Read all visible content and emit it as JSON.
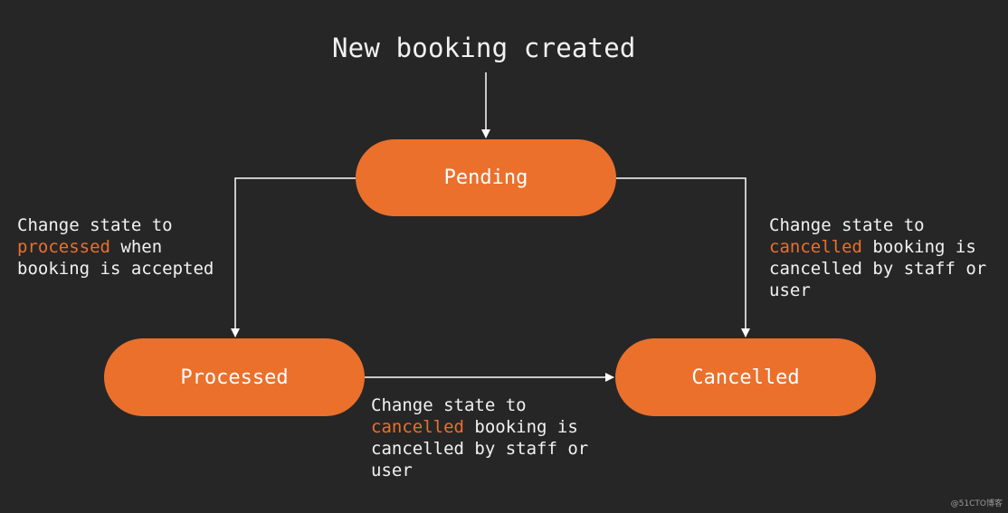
{
  "title": "New booking created",
  "highlight_color": "#ea702c",
  "node_color": "#ea702c",
  "background_color": "#262626",
  "nodes": {
    "pending": "Pending",
    "processed": "Processed",
    "cancelled": "Cancelled"
  },
  "edges": {
    "to_processed": {
      "line1": "Change state to",
      "highlight": "processed",
      "line2_rest": " when",
      "line3": "booking is accepted"
    },
    "pending_to_cancelled": {
      "line1": "Change state to",
      "highlight": "cancelled",
      "line2_rest": " booking is",
      "line3": "cancelled by staff or",
      "line4": "user"
    },
    "processed_to_cancelled": {
      "line1": "Change state to",
      "highlight": "cancelled",
      "line2_rest": " booking is",
      "line3": "cancelled by staff or",
      "line4": "user"
    }
  },
  "watermark": "@51CTO博客"
}
